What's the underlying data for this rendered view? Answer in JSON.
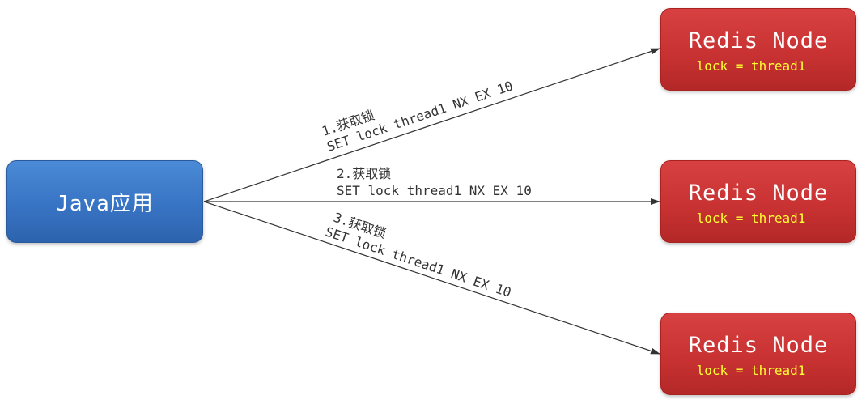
{
  "java_app": {
    "label": "Java应用",
    "color": "#3874c4"
  },
  "redis_nodes": [
    {
      "title": "Redis Node",
      "value": "lock = thread1"
    },
    {
      "title": "Redis Node",
      "value": "lock = thread1"
    },
    {
      "title": "Redis Node",
      "value": "lock = thread1"
    }
  ],
  "redis_color": "#c93232",
  "value_color": "#ffff33",
  "edges": [
    {
      "step": "1.获取锁",
      "command": "SET lock thread1 NX EX 10"
    },
    {
      "step": "2.获取锁",
      "command": "SET lock thread1 NX EX 10"
    },
    {
      "step": "3.获取锁",
      "command": "SET lock thread1 NX EX 10"
    }
  ]
}
